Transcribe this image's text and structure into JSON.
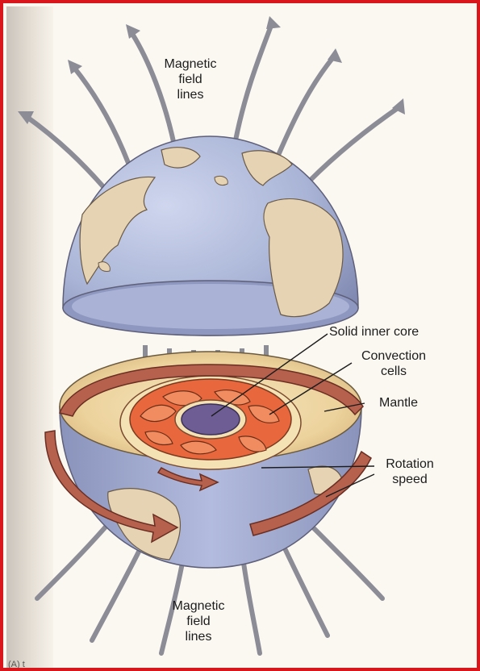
{
  "labels": {
    "magnetic_top": "Magnetic\nfield\nlines",
    "magnetic_bottom": "Magnetic\nfield\nlines",
    "inner_core": "Solid inner core",
    "convection": "Convection\ncells",
    "mantle": "Mantle",
    "rotation": "Rotation\nspeed"
  },
  "corner_text": "(A) t",
  "colors": {
    "frame": "#d8161b",
    "ocean": "#a9b4d6",
    "land": "#e6d3b4",
    "mantle": "#f0d9a6",
    "core_rings": "#e8673c",
    "inner_core": "#6d5d94",
    "rotation_arrow": "#b5614d",
    "field_lines": "#8c8c97"
  }
}
